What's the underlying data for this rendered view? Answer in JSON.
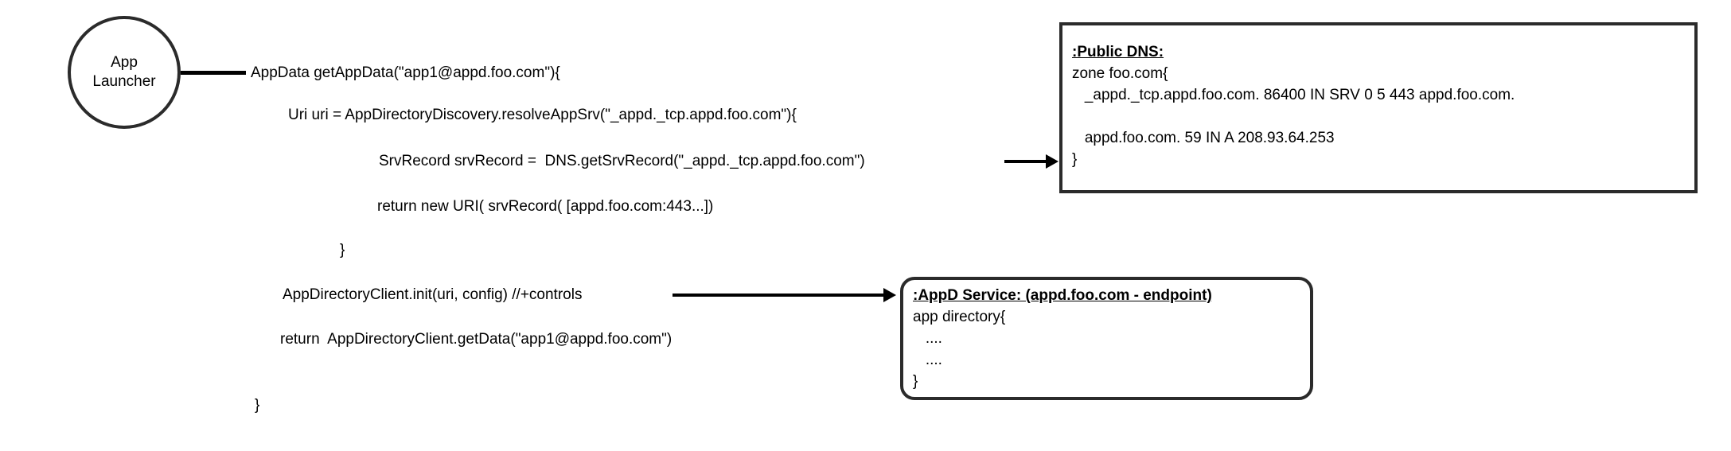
{
  "colors": {
    "stroke": "#2b2b2b",
    "text": "#000000",
    "arrow": "#000000",
    "background": "#ffffff"
  },
  "launcher": {
    "line1": "App",
    "line2": "Launcher"
  },
  "code": {
    "line1": "AppData getAppData(\"app1@appd.foo.com\"){",
    "line2": "Uri uri = AppDirectoryDiscovery.resolveAppSrv(\"_appd._tcp.appd.foo.com\"){",
    "line3": "SrvRecord srvRecord =  DNS.getSrvRecord(\"_appd._tcp.appd.foo.com\")",
    "line4": "return new URI( srvRecord( [appd.foo.com:443...])",
    "line5": "}",
    "line6": "AppDirectoryClient.init(uri, config) //+controls",
    "line7": "return  AppDirectoryClient.getData(\"app1@appd.foo.com\")",
    "line8": "}"
  },
  "dns_box": {
    "title": ":Public DNS:",
    "line1": "zone foo.com{",
    "line2": "   _appd._tcp.appd.foo.com. 86400 IN SRV 0 5 443 appd.foo.com.",
    "line3": "",
    "line4": "   appd.foo.com. 59 IN A 208.93.64.253",
    "line5": "}"
  },
  "appd_box": {
    "title": ":AppD Service: (appd.foo.com - endpoint)",
    "line1": "app directory{",
    "line2": "   ....",
    "line3": "   ....",
    "line4": "}"
  }
}
